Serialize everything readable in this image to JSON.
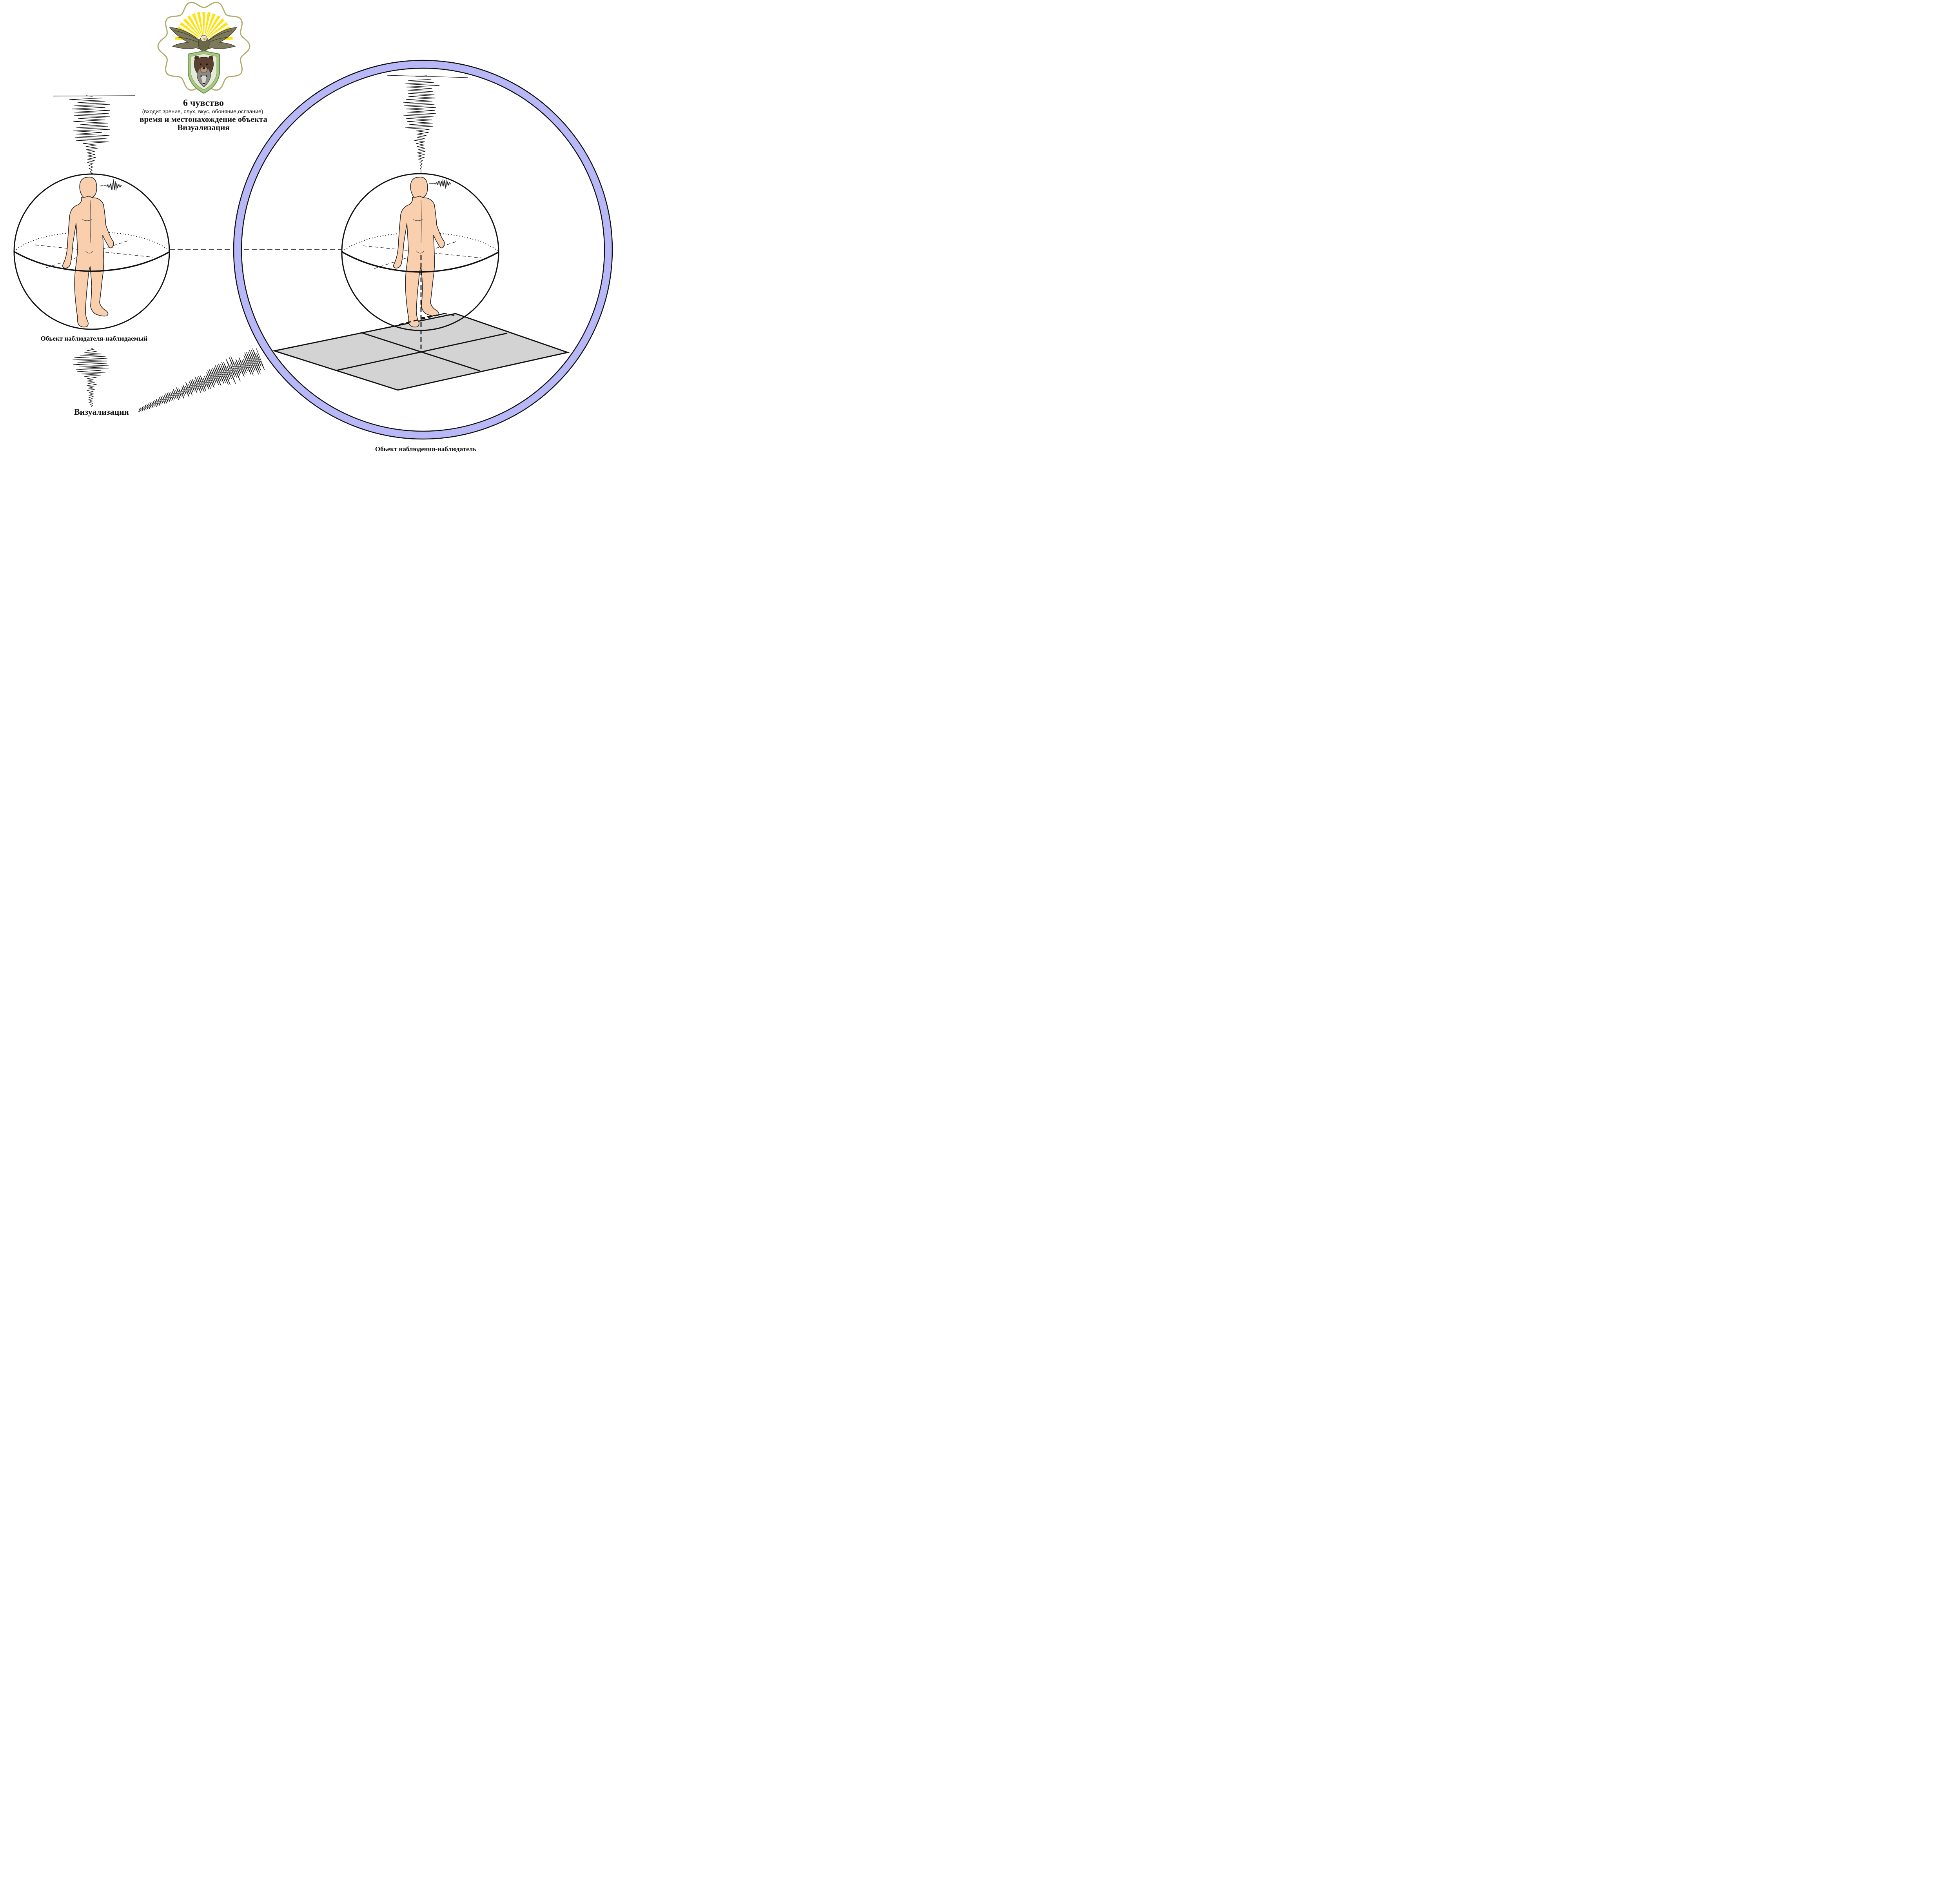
{
  "header": {
    "title": "6 чувство",
    "subtitle": "(входит зрение, слух, вкус, обоняние,осязание).",
    "line2": "время и местонахождение  объекта",
    "line3": "Визуализация"
  },
  "captions": {
    "left_sphere": "Обьект наблюдателя-наблюдаемый",
    "right_sphere": "Обьект наблюдения-наблюдатель",
    "visualization": "Визуализация"
  },
  "colors": {
    "outer_ring": "#b8b8f8",
    "floor": "#d3d3d3",
    "skin": "#f9cfae",
    "emblem_border": "#b0ad6c",
    "sun": "#ffe20a",
    "shield": "#a7c97f"
  },
  "icons": {
    "emblem": "eagle-bear-wolf-emblem",
    "figure": "human-figure"
  }
}
